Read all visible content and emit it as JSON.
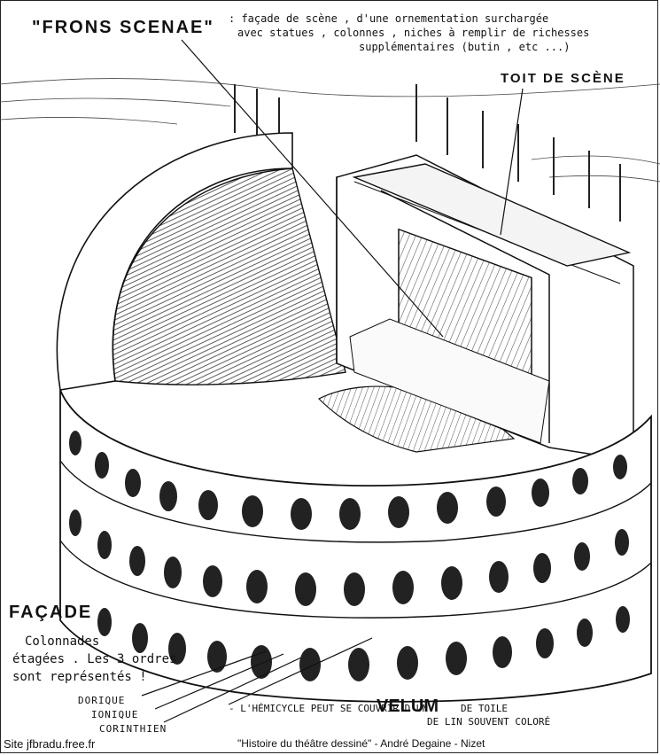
{
  "annotations": {
    "frons_title": "\"FRONS SCENAE\"",
    "frons_desc_line1": ": façade de scène , d'une ornementation surchargée",
    "frons_desc_line2": "avec statues , colonnes , niches à remplir de richesses",
    "frons_desc_line3": "supplémentaires (butin , etc ...)",
    "toit": "TOIT DE SCÈNE",
    "facade_title": "FAÇADE",
    "facade_line1": "Colonnades",
    "facade_line2": "étagées . Les 3 ordres",
    "facade_line3": "sont représentés !",
    "order_1": "DORIQUE",
    "order_2": "IONIQUE",
    "order_3": "CORINTHIEN",
    "velum_a": "- L'HÉMICYCLE PEUT SE COUVRIR D'UN",
    "velum_b": "VELUM",
    "velum_c": "DE TOILE",
    "velum_d": "DE LIN SOUVENT COLORÉ"
  },
  "footer": {
    "site": "Site jfbradu.free.fr",
    "credit": "\"Histoire du théâtre dessiné\" - André Degaine - Nizet"
  }
}
